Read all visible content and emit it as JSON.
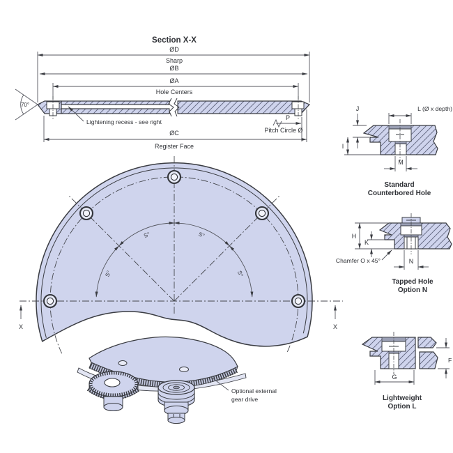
{
  "title": "Section X-X",
  "section": {
    "dims": {
      "d": "ØD",
      "sharp": "Sharp",
      "b": "ØB",
      "a": "ØA",
      "hole_centers": "Hole Centers",
      "c": "ØC",
      "register_face": "Register Face",
      "p": "P",
      "pitch_circle": "Pitch Circle Ø",
      "edge_angle": "70°"
    },
    "recess_note": "Lightening recess - see right"
  },
  "plan": {
    "angle_label": "S°",
    "section_marker": "X"
  },
  "details": {
    "counterbored": {
      "title_line1": "Standard",
      "title_line2": "Counterbored Hole",
      "dim_j": "J",
      "dim_l": "L (Ø x depth)",
      "dim_i": "I",
      "dim_m": "M"
    },
    "tapped": {
      "title_line1": "Tapped Hole",
      "title_line2": "Option N",
      "dim_h": "H",
      "dim_k": "K",
      "dim_n": "N",
      "chamfer_note": "Chamfer O x 45°"
    },
    "lightweight": {
      "title_line1": "Lightweight",
      "title_line2": "Option L",
      "dim_f": "F",
      "dim_g": "G"
    }
  },
  "gear_note": {
    "line1": "Optional external",
    "line2": "gear drive"
  },
  "colors": {
    "plate_fill": "#cfd4ed",
    "shade_fill": "#c3c8e0",
    "dark_band": "#9ba0b5",
    "line": "#3a3c42"
  }
}
